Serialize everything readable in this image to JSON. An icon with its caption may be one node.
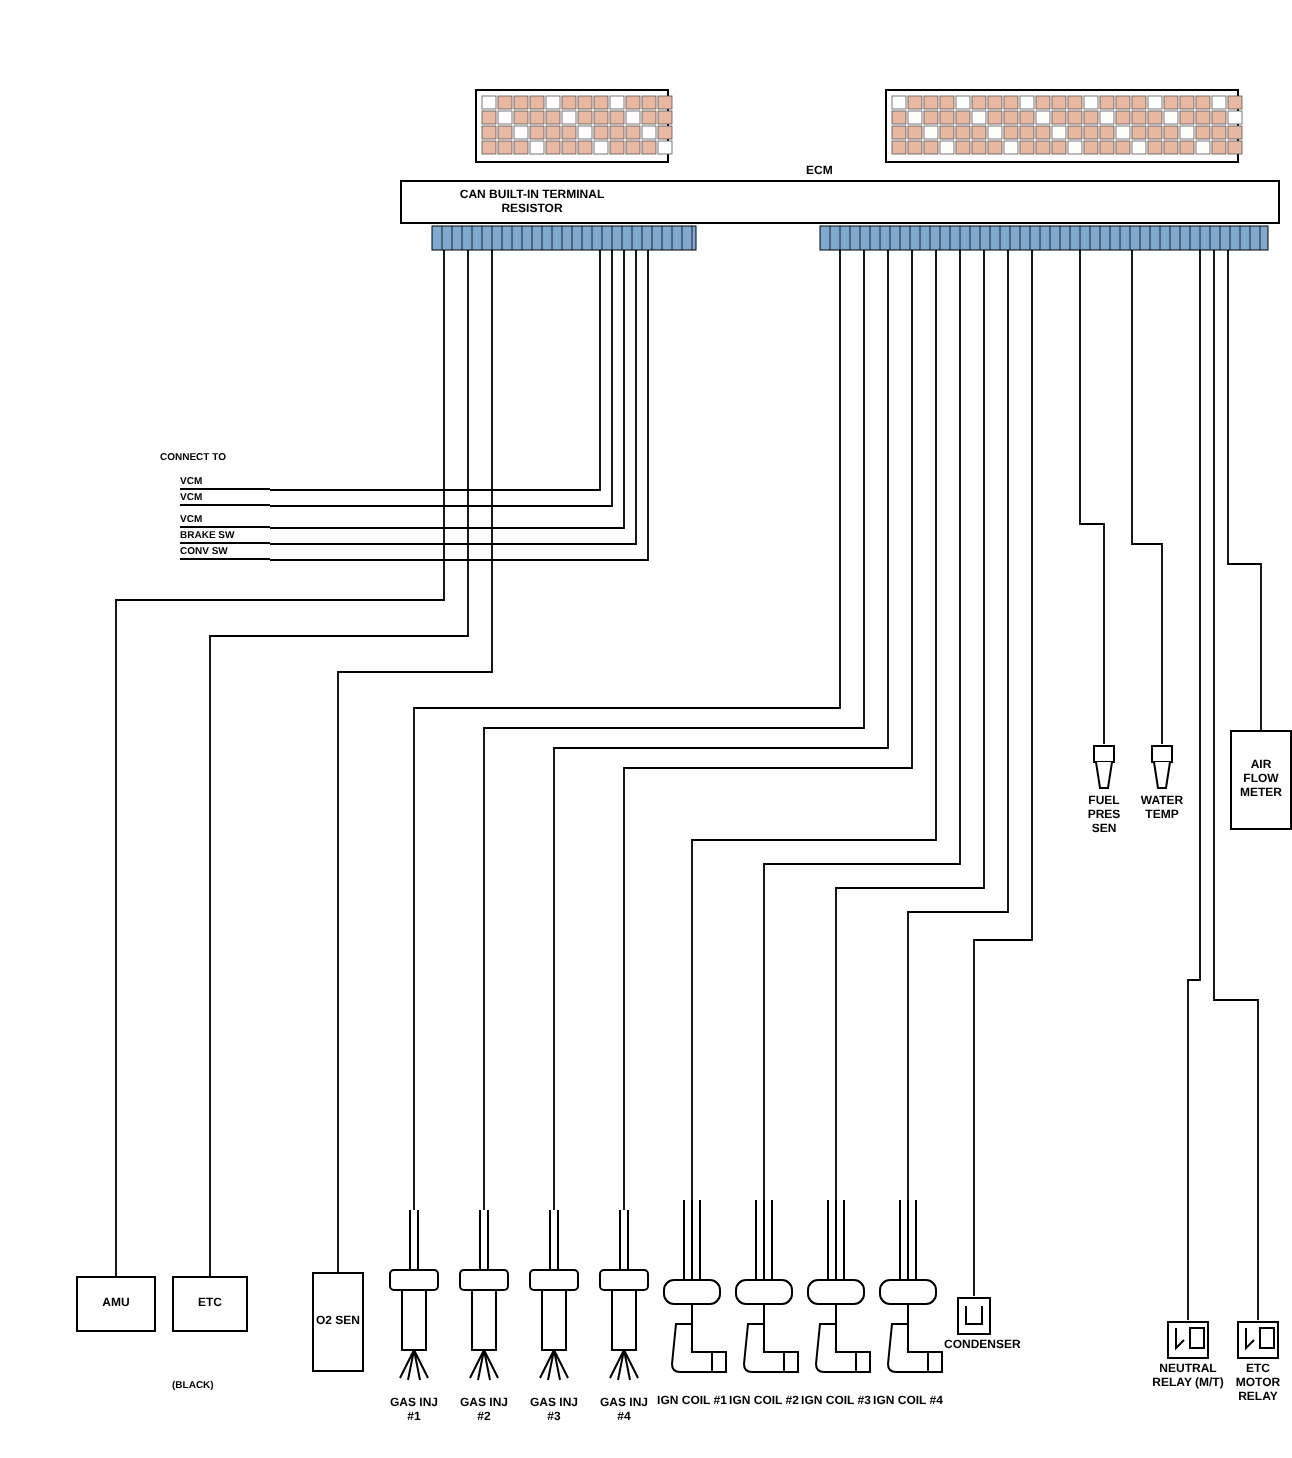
{
  "diagram": {
    "nodes": [
      {
        "text": [
          "ECM",
          "CAN BUILT-IN TERMINAL RESISTOR"
        ]
      },
      {
        "text": [
          "VCM"
        ]
      },
      {
        "text": [
          "VCM"
        ]
      },
      {
        "text": [
          "VCM"
        ]
      },
      {
        "text": [
          "BRAKE SW"
        ]
      },
      {
        "text": [
          "CONV SW"
        ]
      },
      {
        "text": [
          "FUEL PRES SEN"
        ]
      },
      {
        "text": [
          "WATER TEMP"
        ]
      },
      {
        "text": [
          "AIR FLOW METER"
        ]
      },
      {
        "text": [
          "AMU"
        ]
      },
      {
        "text": [
          "ETC"
        ]
      },
      {
        "text": [
          "O2 SEN"
        ]
      },
      {
        "text": [
          "GAS INJ #1"
        ]
      },
      {
        "text": [
          "GAS INJ #2"
        ]
      },
      {
        "text": [
          "GAS INJ #3"
        ]
      },
      {
        "text": [
          "GAS INJ #4"
        ]
      },
      {
        "text": [
          "IGN COIL #1"
        ]
      },
      {
        "text": [
          "IGN COIL #2"
        ]
      },
      {
        "text": [
          "IGN COIL #3"
        ]
      },
      {
        "text": [
          "IGN COIL #4"
        ]
      },
      {
        "text": [
          "CONDENSER"
        ]
      },
      {
        "text": [
          "NEUTRAL RELAY (M/T)"
        ]
      },
      {
        "text": [
          "ETC MOTOR RELAY"
        ]
      }
    ],
    "edges": [
      {
        "from": 0,
        "to": 1,
        "arrow": "none"
      },
      {
        "from": 0,
        "to": 2,
        "arrow": "none"
      },
      {
        "from": 0,
        "to": 3,
        "arrow": "none"
      },
      {
        "from": 0,
        "to": 4,
        "arrow": "none"
      },
      {
        "from": 0,
        "to": 5,
        "arrow": "none"
      },
      {
        "from": 0,
        "to": 6,
        "arrow": "none"
      },
      {
        "from": 0,
        "to": 7,
        "arrow": "none"
      },
      {
        "from": 0,
        "to": 8,
        "arrow": "none"
      },
      {
        "from": 0,
        "to": 9,
        "arrow": "none"
      },
      {
        "from": 0,
        "to": 10,
        "arrow": "none"
      },
      {
        "from": 0,
        "to": 11,
        "arrow": "none"
      },
      {
        "from": 0,
        "to": 12,
        "arrow": "none"
      },
      {
        "from": 0,
        "to": 13,
        "arrow": "none"
      },
      {
        "from": 0,
        "to": 14,
        "arrow": "none"
      },
      {
        "from": 0,
        "to": 15,
        "arrow": "none"
      },
      {
        "from": 0,
        "to": 16,
        "arrow": "none"
      },
      {
        "from": 0,
        "to": 17,
        "arrow": "none"
      },
      {
        "from": 0,
        "to": 18,
        "arrow": "none"
      },
      {
        "from": 0,
        "to": 19,
        "arrow": "none"
      },
      {
        "from": 0,
        "to": 20,
        "arrow": "none"
      },
      {
        "from": 0,
        "to": 21,
        "arrow": "none"
      },
      {
        "from": 0,
        "to": 22,
        "arrow": "none"
      }
    ],
    "labels": [
      "CONNECT TO",
      "(BLACK)"
    ]
  }
}
